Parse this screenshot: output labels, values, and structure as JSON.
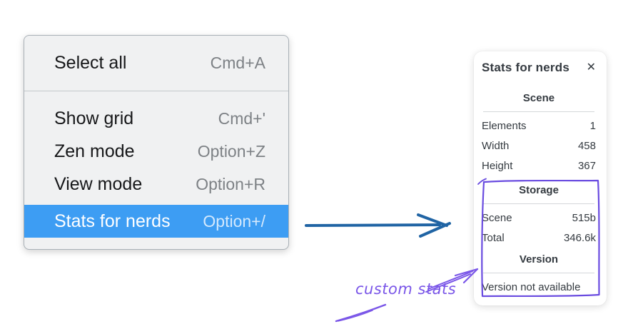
{
  "colors": {
    "menu_highlight": "#3d9df3",
    "flow_arrow_blue": "#2064a4",
    "annotation_purple": "#7a56e8",
    "box_purple": "#6a4ce0"
  },
  "menu": {
    "items": [
      {
        "label": "Select all",
        "shortcut": "Cmd+A"
      },
      {
        "label": "Show grid",
        "shortcut": "Cmd+'"
      },
      {
        "label": "Zen mode",
        "shortcut": "Option+Z"
      },
      {
        "label": "View mode",
        "shortcut": "Option+R"
      },
      {
        "label": "Stats for nerds",
        "shortcut": "Option+/",
        "selected": true
      }
    ]
  },
  "panel": {
    "title": "Stats for nerds",
    "close_icon": "✕",
    "sections": [
      {
        "heading": "Scene",
        "rows": [
          {
            "label": "Elements",
            "value": "1"
          },
          {
            "label": "Width",
            "value": "458"
          },
          {
            "label": "Height",
            "value": "367"
          }
        ]
      },
      {
        "heading": "Storage",
        "rows": [
          {
            "label": "Scene",
            "value": "515b"
          },
          {
            "label": "Total",
            "value": "346.6k"
          }
        ]
      },
      {
        "heading": "Version",
        "note": "Version not available"
      }
    ]
  },
  "annotation": {
    "label": "custom stats"
  }
}
